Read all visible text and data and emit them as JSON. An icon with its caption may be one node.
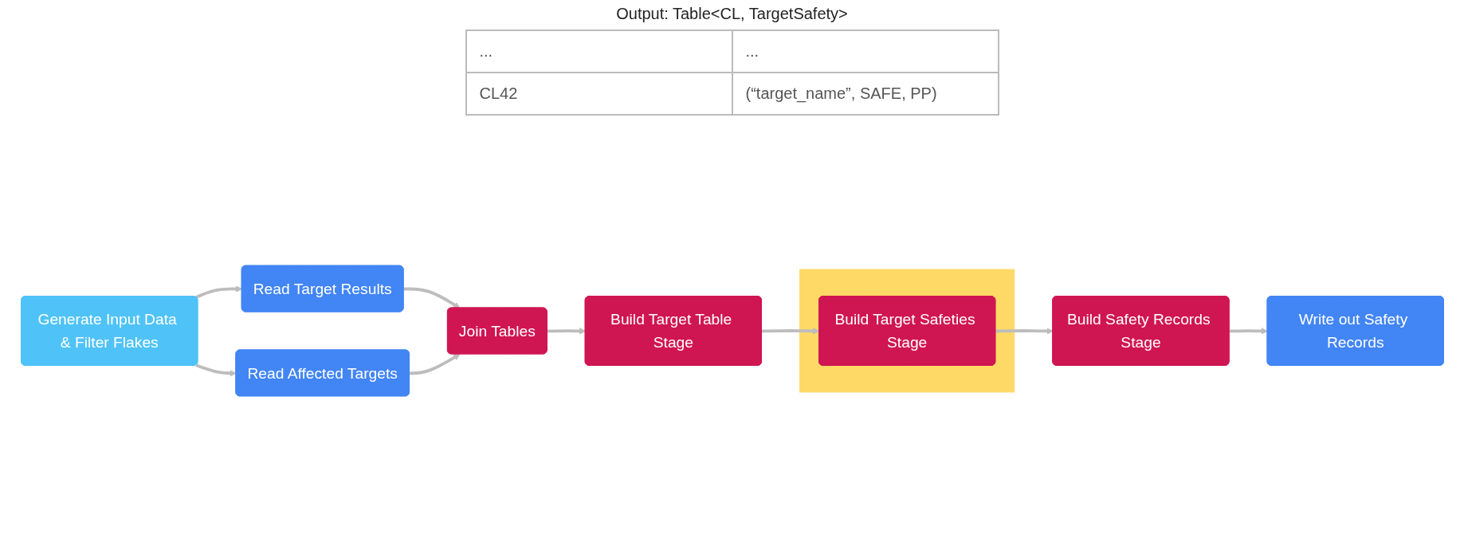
{
  "diagram": {
    "nodes": [
      {
        "text": [
          "Generate Input Data & Filter Flakes"
        ]
      },
      {
        "text": [
          "Read Target Results"
        ]
      },
      {
        "text": [
          "Read Affected Targets"
        ]
      },
      {
        "text": [
          "Join Tables"
        ]
      },
      {
        "text": [
          "Build Target Table Stage"
        ]
      },
      {
        "text": [],
        "shape": "box"
      },
      {
        "text": [
          "Build Target Safeties Stage"
        ],
        "in": 5
      },
      {
        "text": [
          "Build Safety Records Stage"
        ]
      },
      {
        "text": [
          "Write out Safety Records"
        ]
      }
    ],
    "edges": [
      {
        "from": 0,
        "to": 1,
        "arrow": "to"
      },
      {
        "from": 0,
        "to": 2,
        "arrow": "to"
      },
      {
        "from": 1,
        "to": 3,
        "arrow": "to"
      },
      {
        "from": 2,
        "to": 3,
        "arrow": "to"
      },
      {
        "from": 3,
        "to": 4,
        "arrow": "to"
      },
      {
        "from": 4,
        "to": 6,
        "arrow": "to"
      },
      {
        "from": 6,
        "to": 7,
        "arrow": "to"
      },
      {
        "from": 7,
        "to": 8,
        "arrow": "to"
      }
    ],
    "labels": [
      "Output: Table<CL, TargetSafety>",
      "...",
      "...",
      "CL42",
      "(“target_name”, SAFE, PP)"
    ]
  }
}
